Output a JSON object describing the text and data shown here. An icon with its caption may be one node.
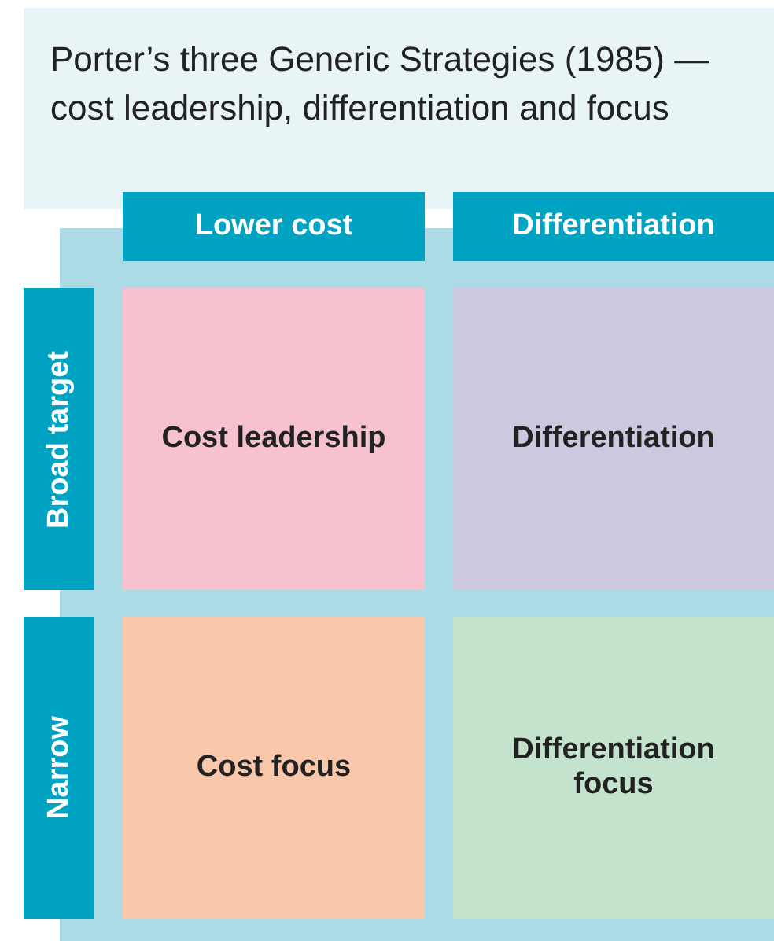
{
  "diagram": {
    "title": "Porter’s three Generic Strategies (1985) — cost leadership, differentiation and focus",
    "nodes": [
      {
        "text": [
          "Lower cost"
        ]
      },
      {
        "text": [
          "Differentiation"
        ]
      },
      {
        "text": [
          "Broad target"
        ]
      },
      {
        "text": [
          "Cost leadership"
        ]
      },
      {
        "text": [
          "Differentiation"
        ]
      },
      {
        "text": [
          "Narrow"
        ]
      },
      {
        "text": [
          "Cost focus"
        ]
      },
      {
        "text": [
          "Differentiation focus"
        ]
      }
    ],
    "edges": []
  }
}
